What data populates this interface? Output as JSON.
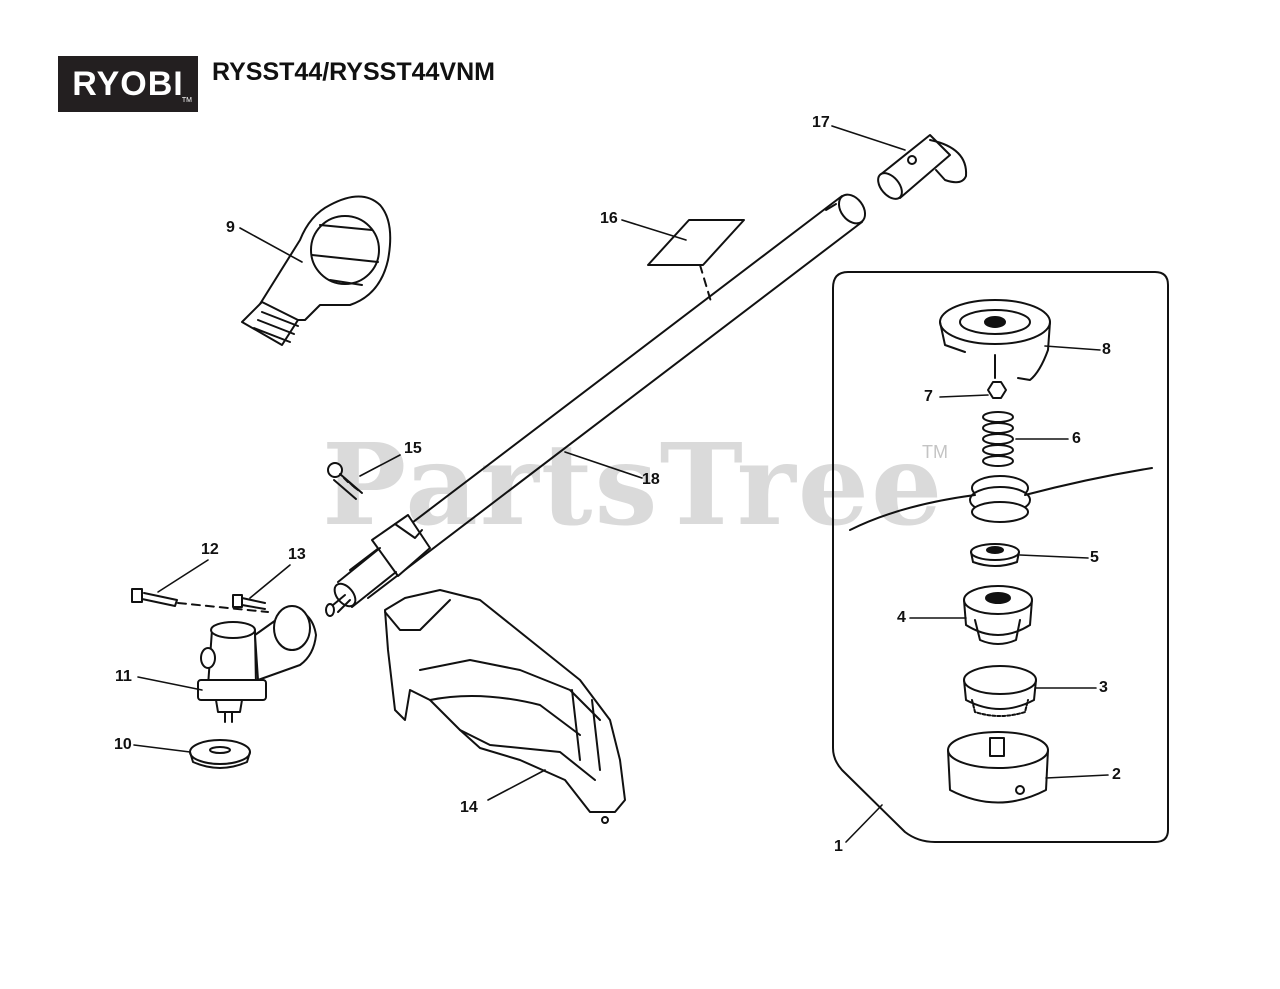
{
  "brand": {
    "logo_text": "RYOBI",
    "logo_tm": "TM"
  },
  "model": {
    "title": "RYSST44/RYSST44VNM"
  },
  "watermark": {
    "text": "PartsTree",
    "tm": "TM"
  },
  "callouts": {
    "c1": "1",
    "c2": "2",
    "c3": "3",
    "c4": "4",
    "c5": "5",
    "c6": "6",
    "c7": "7",
    "c8": "8",
    "c9": "9",
    "c10": "10",
    "c11": "11",
    "c12": "12",
    "c13": "13",
    "c14": "14",
    "c15": "15",
    "c16": "16",
    "c17": "17",
    "c18": "18"
  },
  "colors": {
    "ink": "#111111",
    "logo_bg": "#231f20",
    "watermark": "#bcbcbc"
  }
}
